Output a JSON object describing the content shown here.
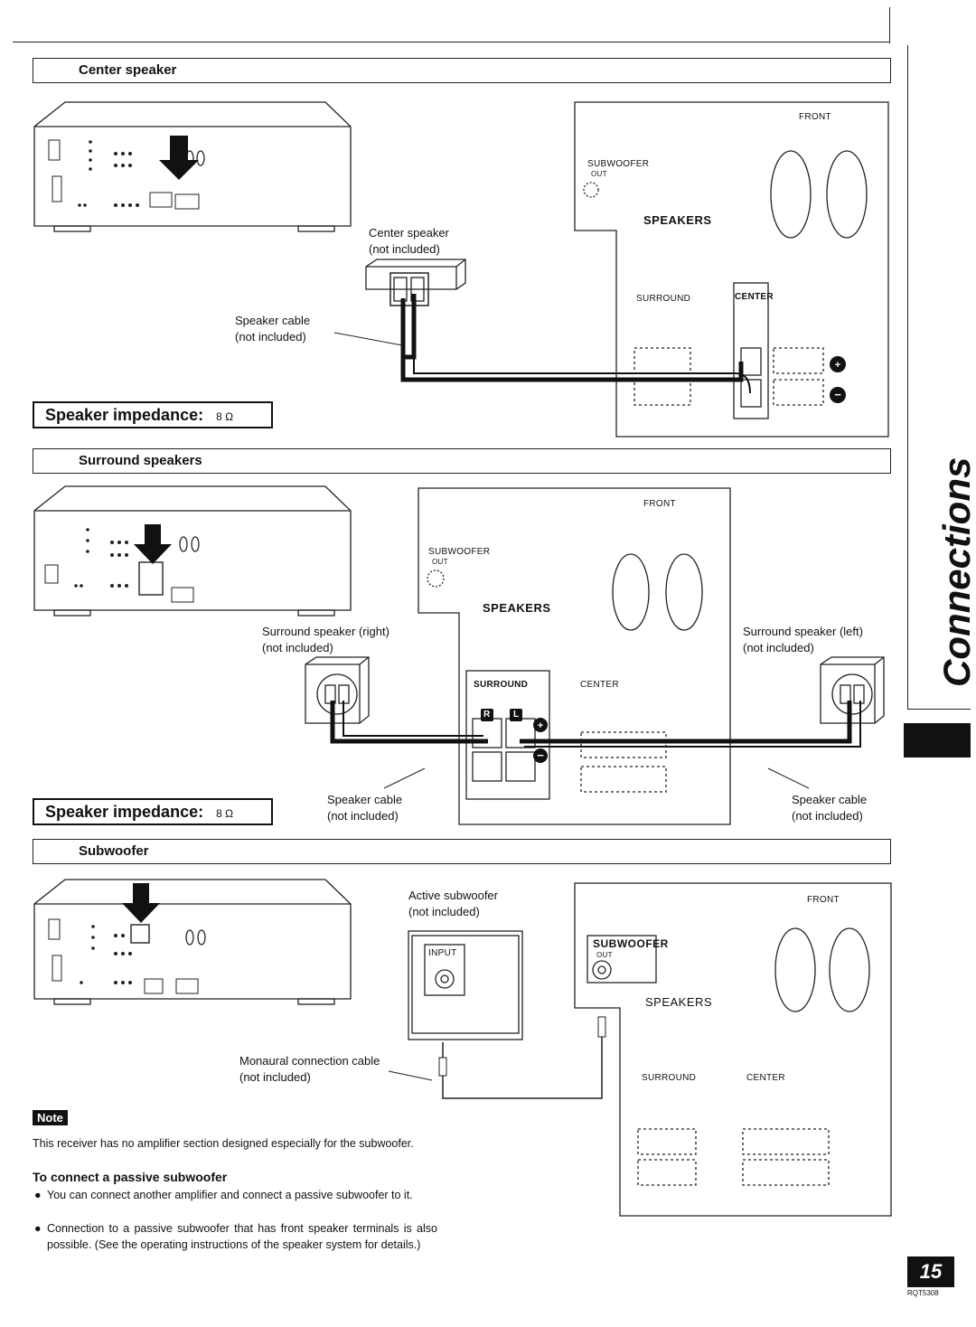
{
  "sections": {
    "center": {
      "title": "Center speaker"
    },
    "surround": {
      "title": "Surround speakers"
    },
    "subwoofer": {
      "title": "Subwoofer"
    }
  },
  "impedance": {
    "label": "Speaker impedance:",
    "center_value": "8 Ω",
    "surround_value": "8 Ω"
  },
  "captions": {
    "center_speaker_line1": "Center speaker",
    "center_speaker_line2": "(not included)",
    "speaker_cable_line1": "Speaker cable",
    "speaker_cable_line2": "(not included)",
    "surround_right_line1": "Surround speaker (right)",
    "surround_right_line2": "(not included)",
    "surround_left_line1": "Surround speaker (left)",
    "surround_left_line2": "(not included)",
    "cable_mid_line1": "Speaker cable",
    "cable_mid_line2": "(not included)",
    "cable_right_line1": "Speaker cable",
    "cable_right_line2": "(not included)",
    "active_sub_line1": "Active subwoofer",
    "active_sub_line2": "(not included)",
    "monaural_line1": "Monaural connection cable",
    "monaural_line2": "(not included)"
  },
  "panel_labels": {
    "front": "FRONT",
    "subwoofer": "SUBWOOFER",
    "out": "OUT",
    "speakers": "SPEAKERS",
    "surround": "SURROUND",
    "center": "CENTER",
    "input": "INPUT",
    "r": "R",
    "l": "L"
  },
  "note": {
    "badge": "Note",
    "text": "This receiver has no amplifier section designed especially for the subwoofer.",
    "heading": "To connect a passive subwoofer",
    "bullets": [
      "You can connect another amplifier and connect a passive subwoofer to it.",
      "Connection to a passive subwoofer that has front speaker terminals is also possible. (See the operating instructions of the speaker system for details.)"
    ]
  },
  "side_tab": "Connections",
  "page_number": "15",
  "doc_code": "RQT5308"
}
